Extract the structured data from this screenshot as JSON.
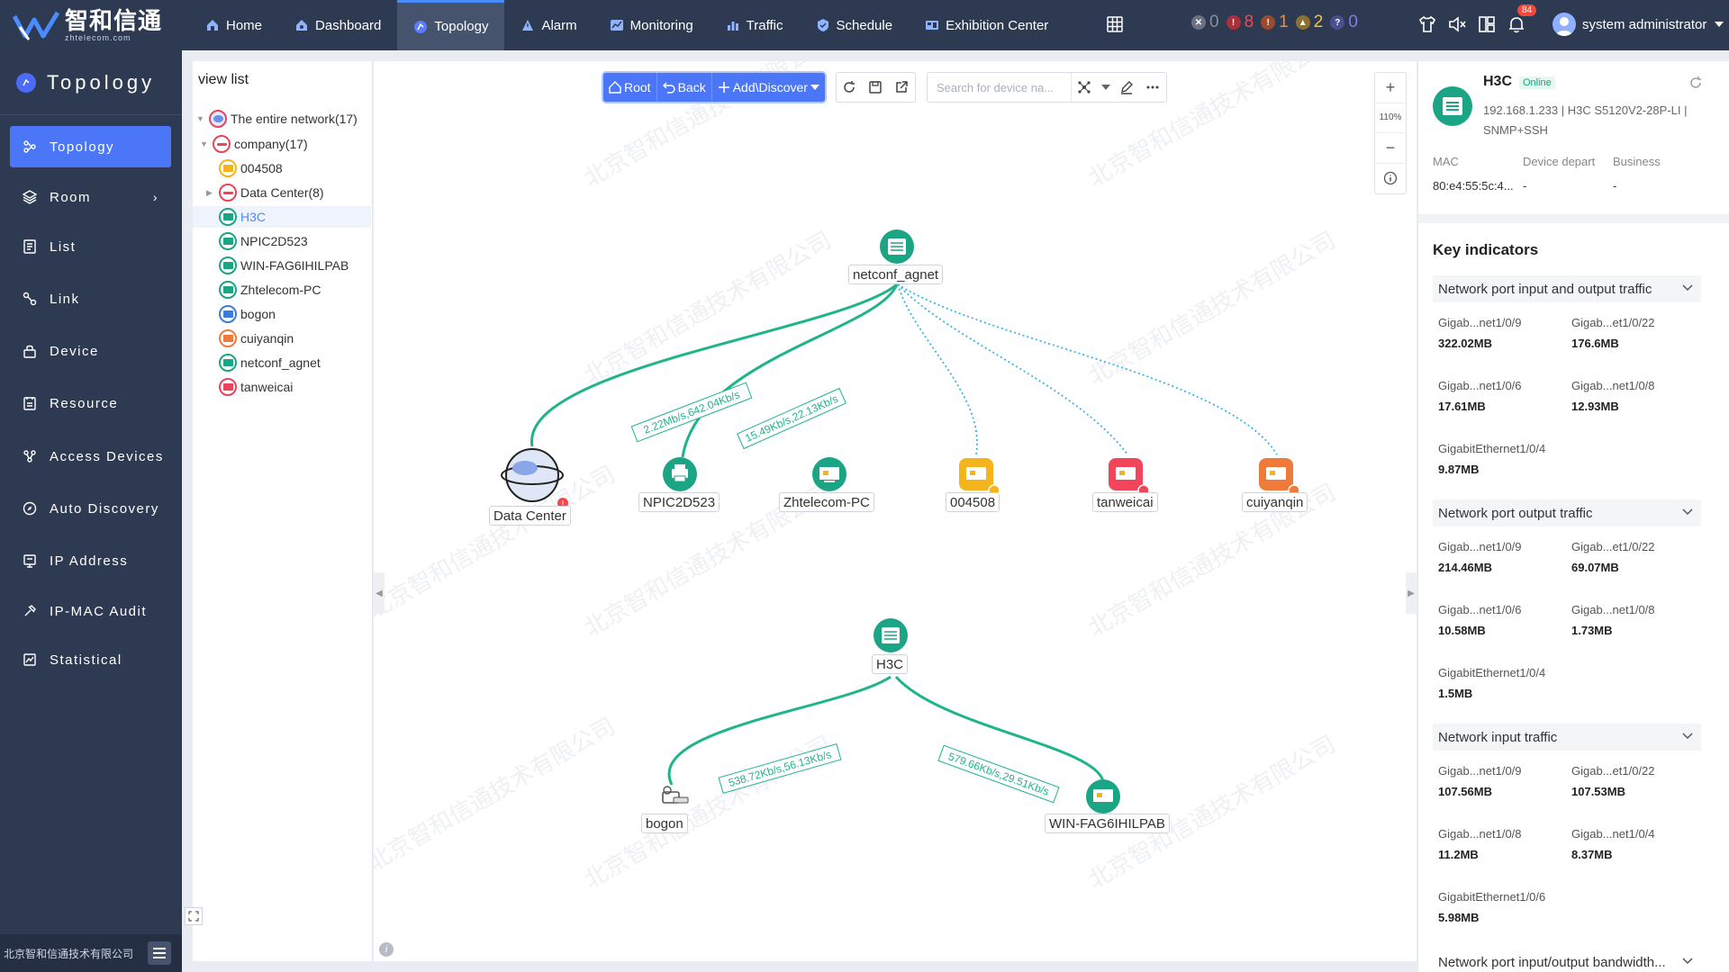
{
  "brand": {
    "name_cn": "智和信通",
    "name_en": "zhtelecom.com"
  },
  "nav": [
    {
      "label": "Home",
      "icon": "home-icon"
    },
    {
      "label": "Dashboard",
      "icon": "dashboard-icon"
    },
    {
      "label": "Topology",
      "icon": "topology-icon",
      "active": true
    },
    {
      "label": "Alarm",
      "icon": "alarm-icon"
    },
    {
      "label": "Monitoring",
      "icon": "monitoring-icon"
    },
    {
      "label": "Traffic",
      "icon": "traffic-icon"
    },
    {
      "label": "Schedule",
      "icon": "schedule-icon"
    },
    {
      "label": "Exhibition Center",
      "icon": "exhibition-icon"
    }
  ],
  "alarm_counts": [
    {
      "level": "x",
      "value": "0",
      "color": "#8a8f9a"
    },
    {
      "level": "critical",
      "value": "8",
      "color": "#f2494b"
    },
    {
      "level": "major",
      "value": "1",
      "color": "#f08a3c"
    },
    {
      "level": "minor",
      "value": "2",
      "color": "#f5c33b"
    },
    {
      "level": "unknown",
      "value": "0",
      "color": "#7f7fe8"
    }
  ],
  "notifications": {
    "count": "84"
  },
  "user": {
    "name": "system administrator"
  },
  "sidebar": {
    "title": "Topology",
    "items": [
      {
        "label": "Topology",
        "icon": "topology-icon",
        "active": true
      },
      {
        "label": "Room",
        "icon": "room-icon",
        "has_submenu": true
      },
      {
        "label": "List",
        "icon": "list-icon"
      },
      {
        "label": "Link",
        "icon": "link-icon"
      },
      {
        "label": "Device",
        "icon": "device-icon"
      },
      {
        "label": "Resource",
        "icon": "resource-icon"
      },
      {
        "label": "Access Devices",
        "icon": "access-devices-icon"
      },
      {
        "label": "Auto Discovery",
        "icon": "auto-discovery-icon"
      },
      {
        "label": "IP Address",
        "icon": "ip-address-icon"
      },
      {
        "label": "IP-MAC Audit",
        "icon": "ip-mac-audit-icon"
      },
      {
        "label": "Statistical",
        "icon": "statistical-icon"
      }
    ],
    "footer": "北京智和信通技术有限公司"
  },
  "view_list": {
    "title": "view list",
    "tree": [
      {
        "label": "The entire network(17)",
        "level": 0,
        "type": "network",
        "expanded": true
      },
      {
        "label": "company(17)",
        "level": 1,
        "type": "group",
        "expanded": true
      },
      {
        "label": "004508",
        "level": 2,
        "type": "pc-yellow"
      },
      {
        "label": "Data Center(8)",
        "level": 2,
        "type": "group",
        "collapsed": true
      },
      {
        "label": "H3C",
        "level": 2,
        "type": "switch",
        "selected": true
      },
      {
        "label": "NPIC2D523",
        "level": 2,
        "type": "printer"
      },
      {
        "label": "WIN-FAG6IHILPAB",
        "level": 2,
        "type": "pc-green"
      },
      {
        "label": "Zhtelecom-PC",
        "level": 2,
        "type": "pc-green"
      },
      {
        "label": "bogon",
        "level": 2,
        "type": "host-blue"
      },
      {
        "label": "cuiyanqin",
        "level": 2,
        "type": "pc-orange"
      },
      {
        "label": "netconf_agnet",
        "level": 2,
        "type": "switch"
      },
      {
        "label": "tanweicai",
        "level": 2,
        "type": "pc-red"
      }
    ]
  },
  "toolbar": {
    "root": "Root",
    "back": "Back",
    "add_discover": "Add\\Discover",
    "search_placeholder": "Search for device na..."
  },
  "zoom": {
    "level": "110%"
  },
  "topology": {
    "nodes": [
      {
        "id": "netconf_agnet",
        "label": "netconf_agnet",
        "type": "switch"
      },
      {
        "id": "datacenter",
        "label": "Data Center",
        "type": "cloud",
        "alarm": "red"
      },
      {
        "id": "npic",
        "label": "NPIC2D523",
        "type": "printer"
      },
      {
        "id": "zhtelecom",
        "label": "Zhtelecom-PC",
        "type": "pc-green"
      },
      {
        "id": "n004508",
        "label": "004508",
        "type": "pc-yellow",
        "alarm": "yellow"
      },
      {
        "id": "tanweicai",
        "label": "tanweicai",
        "type": "pc-red",
        "alarm": "red"
      },
      {
        "id": "cuiyanqin",
        "label": "cuiyanqin",
        "type": "pc-orange",
        "alarm": "orange"
      },
      {
        "id": "h3c",
        "label": "H3C",
        "type": "switch"
      },
      {
        "id": "bogon",
        "label": "bogon",
        "type": "host"
      },
      {
        "id": "win",
        "label": "WIN-FAG6IHILPAB",
        "type": "pc-green"
      }
    ],
    "links": [
      {
        "from": "netconf_agnet",
        "to": "datacenter",
        "label": "2.22Mb/s,642.04Kb/s",
        "style": "solid"
      },
      {
        "from": "netconf_agnet",
        "to": "npic",
        "label": "15.49Kb/s,22.13Kb/s",
        "style": "solid"
      },
      {
        "from": "netconf_agnet",
        "to": "n004508",
        "style": "dotted"
      },
      {
        "from": "netconf_agnet",
        "to": "tanweicai",
        "style": "dotted"
      },
      {
        "from": "netconf_agnet",
        "to": "cuiyanqin",
        "style": "dotted"
      },
      {
        "from": "h3c",
        "to": "bogon",
        "label": "538.72Kb/s,56.13Kb/s",
        "style": "solid"
      },
      {
        "from": "h3c",
        "to": "win",
        "label": "579.66Kb/s,29.51Kb/s",
        "style": "solid"
      }
    ],
    "link_color": "#1fb489",
    "dotted_color": "#3ab3e6"
  },
  "watermark": "北京智和信通技术有限公司",
  "device": {
    "name": "H3C",
    "status": "Online",
    "info": "192.168.1.233 | H3C S5120V2-28P-LI | SNMP+SSH",
    "meta_headers": [
      "MAC",
      "Device depart",
      "Business"
    ],
    "meta_values": [
      "80:e4:55:5c:4...",
      "-",
      "-"
    ]
  },
  "key_indicators": {
    "title": "Key indicators",
    "sections": [
      {
        "title": "Network port input and output traffic",
        "metrics": [
          {
            "name": "Gigab...net1/0/9",
            "value": "322.02MB"
          },
          {
            "name": "Gigab...et1/0/22",
            "value": "176.6MB"
          },
          {
            "name": "Gigab...net1/0/6",
            "value": "17.61MB"
          },
          {
            "name": "Gigab...net1/0/8",
            "value": "12.93MB"
          },
          {
            "name": "GigabitEthernet1/0/4",
            "value": "9.87MB"
          }
        ]
      },
      {
        "title": "Network port output traffic",
        "metrics": [
          {
            "name": "Gigab...net1/0/9",
            "value": "214.46MB"
          },
          {
            "name": "Gigab...et1/0/22",
            "value": "69.07MB"
          },
          {
            "name": "Gigab...net1/0/6",
            "value": "10.58MB"
          },
          {
            "name": "Gigab...net1/0/8",
            "value": "1.73MB"
          },
          {
            "name": "GigabitEthernet1/0/4",
            "value": "1.5MB"
          }
        ]
      },
      {
        "title": "Network input traffic",
        "metrics": [
          {
            "name": "Gigab...net1/0/9",
            "value": "107.56MB"
          },
          {
            "name": "Gigab...et1/0/22",
            "value": "107.53MB"
          },
          {
            "name": "Gigab...net1/0/8",
            "value": "11.2MB"
          },
          {
            "name": "Gigab...net1/0/4",
            "value": "8.37MB"
          },
          {
            "name": "GigabitEthernet1/0/6",
            "value": "5.98MB"
          }
        ]
      },
      {
        "title": "Network port input/output bandwidth...",
        "metrics": []
      }
    ]
  }
}
